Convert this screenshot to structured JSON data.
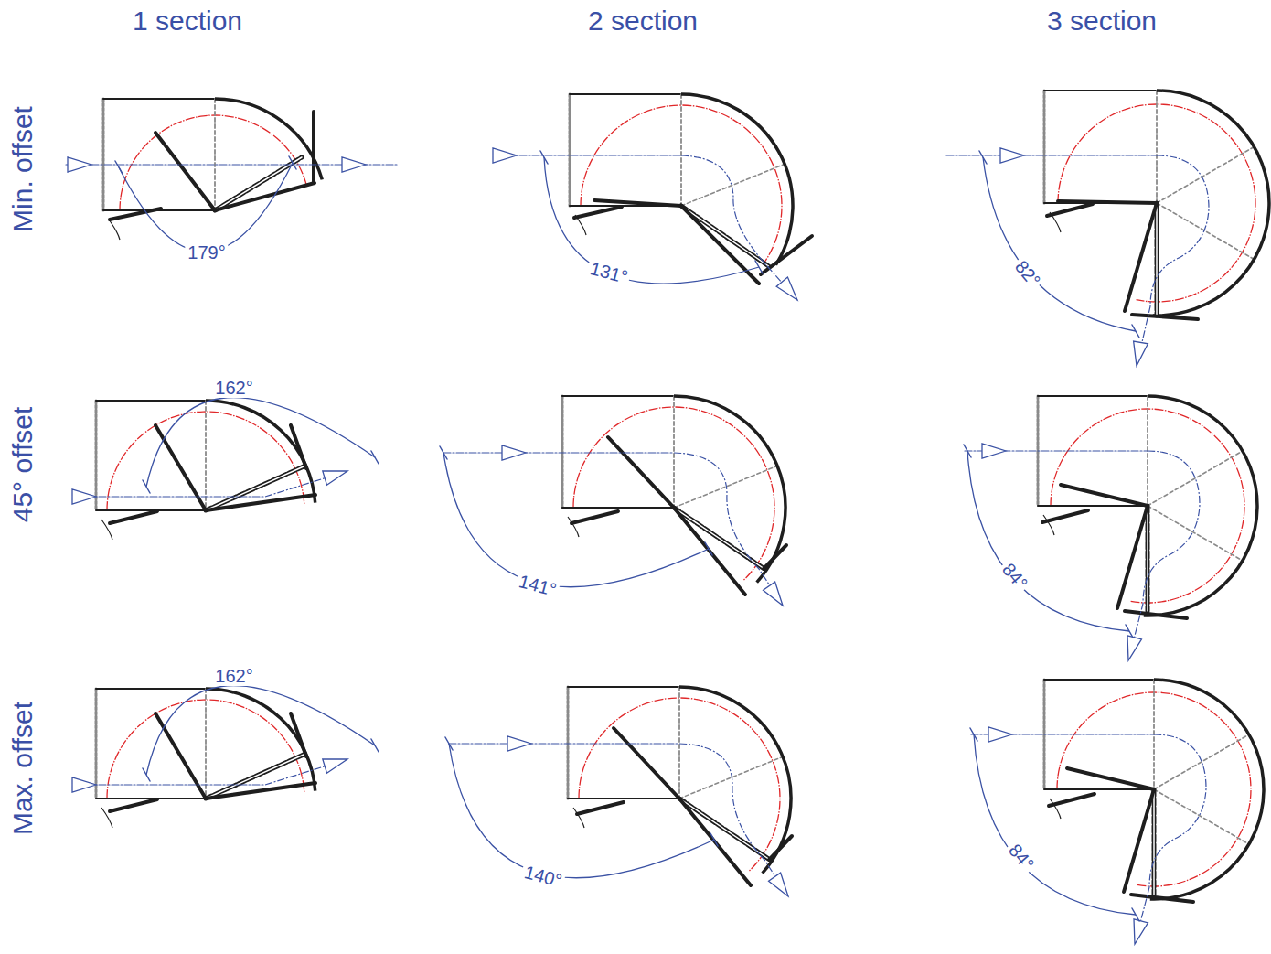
{
  "diagram": {
    "labels": [
      "1 section",
      "2 section",
      "3 section",
      "Min. offset",
      "45° offset",
      "Max. offset",
      "179°",
      "131°",
      "82°",
      "162°",
      "141°",
      "84°",
      "162°",
      "140°",
      "84°"
    ]
  }
}
